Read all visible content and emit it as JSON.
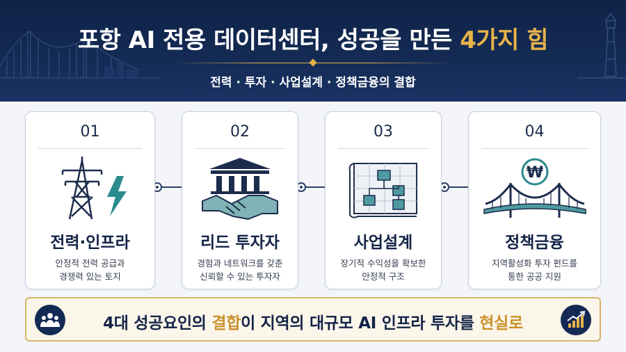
{
  "header": {
    "title_main": "포항 AI 전용 데이터센터, 성공을 만든 ",
    "title_accent": "4가지 힘",
    "subtitle": "전력 · 투자 · 사업설계 · 정책금융의 결합"
  },
  "cards": [
    {
      "num": "01",
      "heading": "전력·인프라",
      "desc1": "안정적 전력 공급과",
      "desc2": "경쟁력 있는 토지",
      "icon": "power-tower-lightning-icon"
    },
    {
      "num": "02",
      "heading": "리드 투자자",
      "desc1": "경험과 네트워크를 갖춘",
      "desc2": "신뢰할 수 있는 투자자",
      "icon": "bank-handshake-icon"
    },
    {
      "num": "03",
      "heading": "사업설계",
      "desc1": "장기적 수익성을 확보한",
      "desc2": "안정적 구조",
      "icon": "blueprint-diagram-icon"
    },
    {
      "num": "04",
      "heading": "정책금융",
      "desc1": "지역활성화 투자 펀드를",
      "desc2": "통한 공공 지원",
      "icon": "won-bridge-icon"
    }
  ],
  "banner": {
    "part1": "4대 성공요인의 ",
    "hl1": "결합",
    "part2": "이 지역의 대규모 AI 인프라 투자를 ",
    "hl2": "현실로",
    "left_icon": "people-group-icon",
    "right_icon": "growth-chart-icon"
  },
  "colors": {
    "navy": "#142447",
    "gold": "#e6b34a",
    "teal": "#2a8a8c",
    "header_bg": "#0f2347"
  }
}
